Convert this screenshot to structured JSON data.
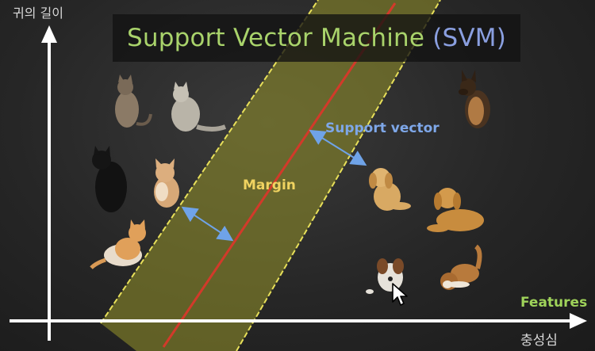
{
  "title": {
    "part1": "Support Vector Machine",
    "part2": "(SVM)"
  },
  "axes": {
    "y_label": "귀의 길이",
    "x_label": "충성심",
    "x_feature": "Features"
  },
  "annotations": {
    "margin": "Margin",
    "support_vector": "Support vector"
  },
  "colors": {
    "band_fill": "#8c8a2a",
    "band_edge": "#e8e05a",
    "hyperplane": "#d23a2a",
    "arrow": "#6fa3e8",
    "axis": "#ffffff",
    "title_green": "#a9d36b",
    "title_blue": "#8a9fe0",
    "features_green": "#9fd35a",
    "margin_yellow": "#f0d360"
  },
  "cats": [
    {
      "kind": "tabby",
      "color": "#8b7a66"
    },
    {
      "kind": "gray",
      "color": "#b9b4a8"
    },
    {
      "kind": "black",
      "color": "#121212"
    },
    {
      "kind": "kitten",
      "color": "#d7a877"
    },
    {
      "kind": "orange-white",
      "color": "#e0a05a"
    }
  ],
  "dogs": [
    {
      "kind": "shepherd",
      "color": "#4a3320"
    },
    {
      "kind": "golden-pup",
      "color": "#d8a963"
    },
    {
      "kind": "golden-lying",
      "color": "#c88c3e"
    },
    {
      "kind": "jack-russell",
      "color": "#e6e2da"
    },
    {
      "kind": "boxer-puppy",
      "color": "#b87a3c"
    }
  ]
}
